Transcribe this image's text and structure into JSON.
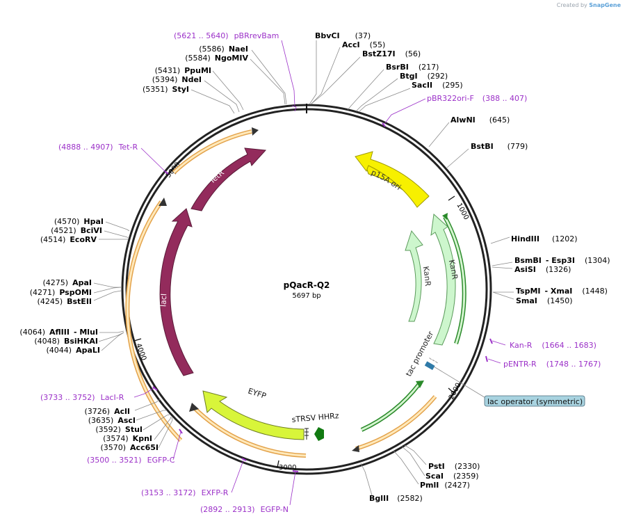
{
  "credit": {
    "prefix": "Created by",
    "brand": "SnapGene"
  },
  "plasmid": {
    "name": "pQacR-Q2",
    "length_label": "5697 bp",
    "length": 5697
  },
  "tick_labels": [
    "1000",
    "2000",
    "3000",
    "4000",
    "5000"
  ],
  "enzymes": [
    {
      "name": "BbvCI",
      "pos": "(37)"
    },
    {
      "name": "AccI",
      "pos": "(55)"
    },
    {
      "name": "BstZ17I",
      "pos": "(56)"
    },
    {
      "name": "BsrBI",
      "pos": "(217)"
    },
    {
      "name": "BtgI",
      "pos": "(292)"
    },
    {
      "name": "SacII",
      "pos": "(295)"
    },
    {
      "name": "AlwNI",
      "pos": "(645)"
    },
    {
      "name": "BstBI",
      "pos": "(779)"
    },
    {
      "name": "HindIII",
      "pos": "(1202)"
    },
    {
      "name": "BsmBI",
      "name2": "Esp3I",
      "pos": "(1304)"
    },
    {
      "name": "AsiSI",
      "pos": "(1326)"
    },
    {
      "name": "TspMI",
      "name2": "XmaI",
      "pos": "(1448)"
    },
    {
      "name": "SmaI",
      "pos": "(1450)"
    },
    {
      "name": "PstI",
      "pos": "(2330)"
    },
    {
      "name": "ScaI",
      "pos": "(2359)"
    },
    {
      "name": "PmlI",
      "pos": "(2427)"
    },
    {
      "name": "BglII",
      "pos": "(2582)"
    },
    {
      "name": "AclI",
      "pos": "(3726)"
    },
    {
      "name": "AscI",
      "pos": "(3635)"
    },
    {
      "name": "StuI",
      "pos": "(3592)"
    },
    {
      "name": "KpnI",
      "pos": "(3574)"
    },
    {
      "name": "Acc65I",
      "pos": "(3570)"
    },
    {
      "name": "AflIII",
      "name2": "MluI",
      "pos": "(4064)"
    },
    {
      "name": "BsiHKAI",
      "pos": "(4048)"
    },
    {
      "name": "ApaLI",
      "pos": "(4044)"
    },
    {
      "name": "ApaI",
      "pos": "(4275)"
    },
    {
      "name": "PspOMI",
      "pos": "(4271)"
    },
    {
      "name": "BstEII",
      "pos": "(4245)"
    },
    {
      "name": "HpaI",
      "pos": "(4570)"
    },
    {
      "name": "BciVI",
      "pos": "(4521)"
    },
    {
      "name": "EcoRV",
      "pos": "(4514)"
    },
    {
      "name": "NaeI",
      "pos": "(5586)"
    },
    {
      "name": "NgoMIV",
      "pos": "(5584)"
    },
    {
      "name": "PpuMI",
      "pos": "(5431)"
    },
    {
      "name": "NdeI",
      "pos": "(5394)"
    },
    {
      "name": "StyI",
      "pos": "(5351)"
    }
  ],
  "primers": [
    {
      "name": "pBRrevBam",
      "range": "(5621 .. 5640)"
    },
    {
      "name": "pBR322ori-F",
      "range": "(388 .. 407)"
    },
    {
      "name": "Kan-R",
      "range": "(1664 .. 1683)"
    },
    {
      "name": "pENTR-R",
      "range": "(1748 .. 1767)"
    },
    {
      "name": "LacI-R",
      "range": "(3733 .. 3752)"
    },
    {
      "name": "EGFP-C",
      "range": "(3500 .. 3521)"
    },
    {
      "name": "EXFP-R",
      "range": "(3153 .. 3172)"
    },
    {
      "name": "EGFP-N",
      "range": "(2892 .. 2913)"
    },
    {
      "name": "Tet-R",
      "range": "(4888 .. 4907)"
    }
  ],
  "features": [
    {
      "name": "p15A ori",
      "color": "#f7f000"
    },
    {
      "name": "KanR",
      "color": "#cdf6cd"
    },
    {
      "name": "KanR",
      "color": "#cdf6cd"
    },
    {
      "name": "tac promoter",
      "color": "#ffffff"
    },
    {
      "name": "lac operator (symmetric)",
      "color": "#a8d3e0"
    },
    {
      "name": "sTRSV HHRz",
      "color": "#117a11"
    },
    {
      "name": "EYFP",
      "color": "#d8f53a"
    },
    {
      "name": "lacI",
      "color": "#932b5c"
    },
    {
      "name": "TetR",
      "color": "#932b5c"
    }
  ],
  "colors": {
    "primer": "#9b30c8",
    "orf_fill": "#ffe7b0",
    "orf_stroke": "#e3a24a",
    "ring": "#222222"
  }
}
